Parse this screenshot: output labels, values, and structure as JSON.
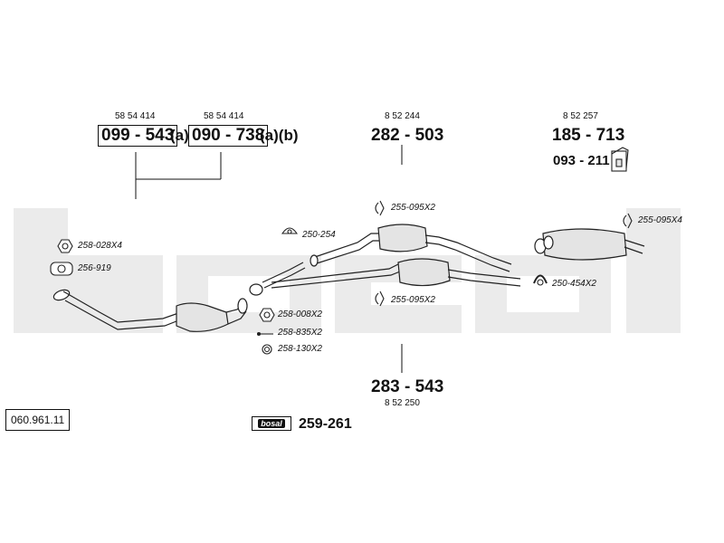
{
  "watermark": "bosal",
  "reference": "060.961.11",
  "groups": {
    "front_left": {
      "code": "58 54 414",
      "part": "099 - 543",
      "suffix": "(a)"
    },
    "front_right": {
      "code": "58 54 414",
      "part": "090 - 738",
      "suffix": "(a)(b)"
    },
    "center_upper": {
      "code": "8 52 244",
      "part": "282 - 503"
    },
    "rear_upper": {
      "code": "8 52 257",
      "part": "185 - 713"
    },
    "rear_clamp": {
      "part": "093 - 211"
    },
    "center_lower": {
      "code": "8 52 250",
      "part": "283 - 543"
    },
    "kit": {
      "badge": "bosal",
      "part": "259-261"
    }
  },
  "labels": {
    "nut_1": "258-028X4",
    "gasket_1": "256-919",
    "rubber_1": "250-254",
    "clamp_upper": "255-095X2",
    "clamp_lower": "255-095X2",
    "clamp_rear": "255-095X4",
    "mount_rear": "250-454X2",
    "nut_2": "258-008X2",
    "bolt": "258-835X2",
    "ring": "258-130X2"
  }
}
